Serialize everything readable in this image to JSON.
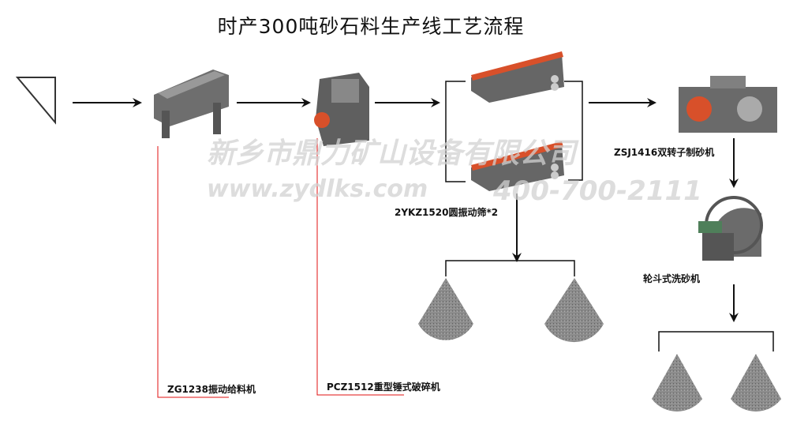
{
  "title": "时产300吨砂石料生产线工艺流程",
  "labels": {
    "feeder": "ZG1238振动给料机",
    "crusher": "PCZ1512重型锤式破碎机",
    "screen": "2YKZ1520圆振动筛*2",
    "sand_maker": "ZSJ1416双转子制砂机",
    "washer": "轮斗式洗砂机"
  },
  "watermark": {
    "company": "新乡市鼎力矿山设备有限公司",
    "website": "www.zydlks.com",
    "phone": "400-700-2111"
  },
  "colors": {
    "arrow": "#111111",
    "leader": "#e01010",
    "machine": "#6b6b6b",
    "accent": "#d8502a",
    "pile": "#8a8a8a"
  }
}
